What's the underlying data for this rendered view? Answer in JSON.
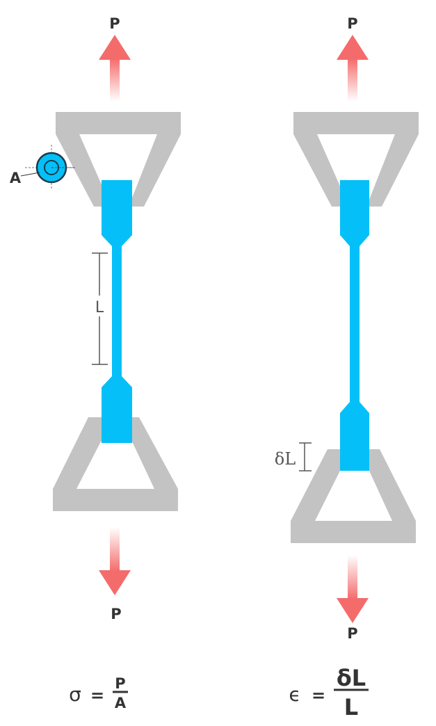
{
  "colors": {
    "grip": "#c3c3c3",
    "specimen": "#05c0f8",
    "force_arrow": "#f46b6b",
    "text": "#333333"
  },
  "left": {
    "force_top": "P",
    "force_bottom": "P",
    "area_label": "A",
    "length_label": "L",
    "formula": {
      "lhs": "σ",
      "eq": "=",
      "numerator": "P",
      "denominator": "A"
    }
  },
  "right": {
    "force_top": "P",
    "force_bottom": "P",
    "elongation_label": "δL",
    "formula": {
      "lhs": "ϵ",
      "eq": "=",
      "numerator": "δL",
      "denominator": "L"
    }
  }
}
